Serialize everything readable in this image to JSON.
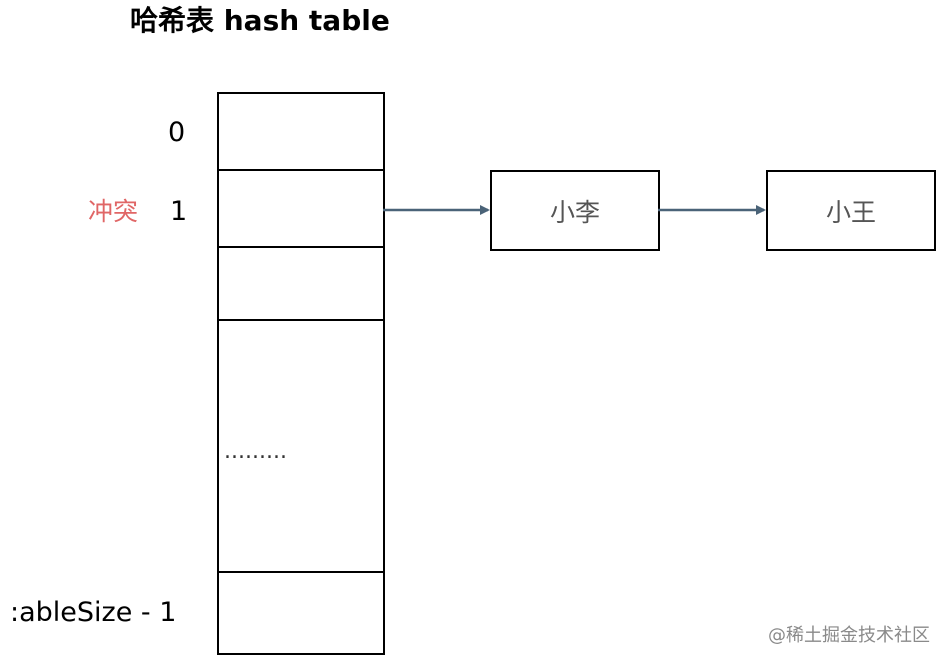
{
  "title": "哈希表 hash table",
  "indices": {
    "first": "0",
    "second": "1",
    "last": ":ableSize - 1"
  },
  "conflict_label": "冲突",
  "ellipsis": ".........",
  "chain_nodes": [
    {
      "label": "小李"
    },
    {
      "label": "小王"
    }
  ],
  "watermark": "@稀土掘金技术社区",
  "colors": {
    "conflict_text": "#e06666",
    "arrow": "#4a6378",
    "node_text": "#555555"
  }
}
